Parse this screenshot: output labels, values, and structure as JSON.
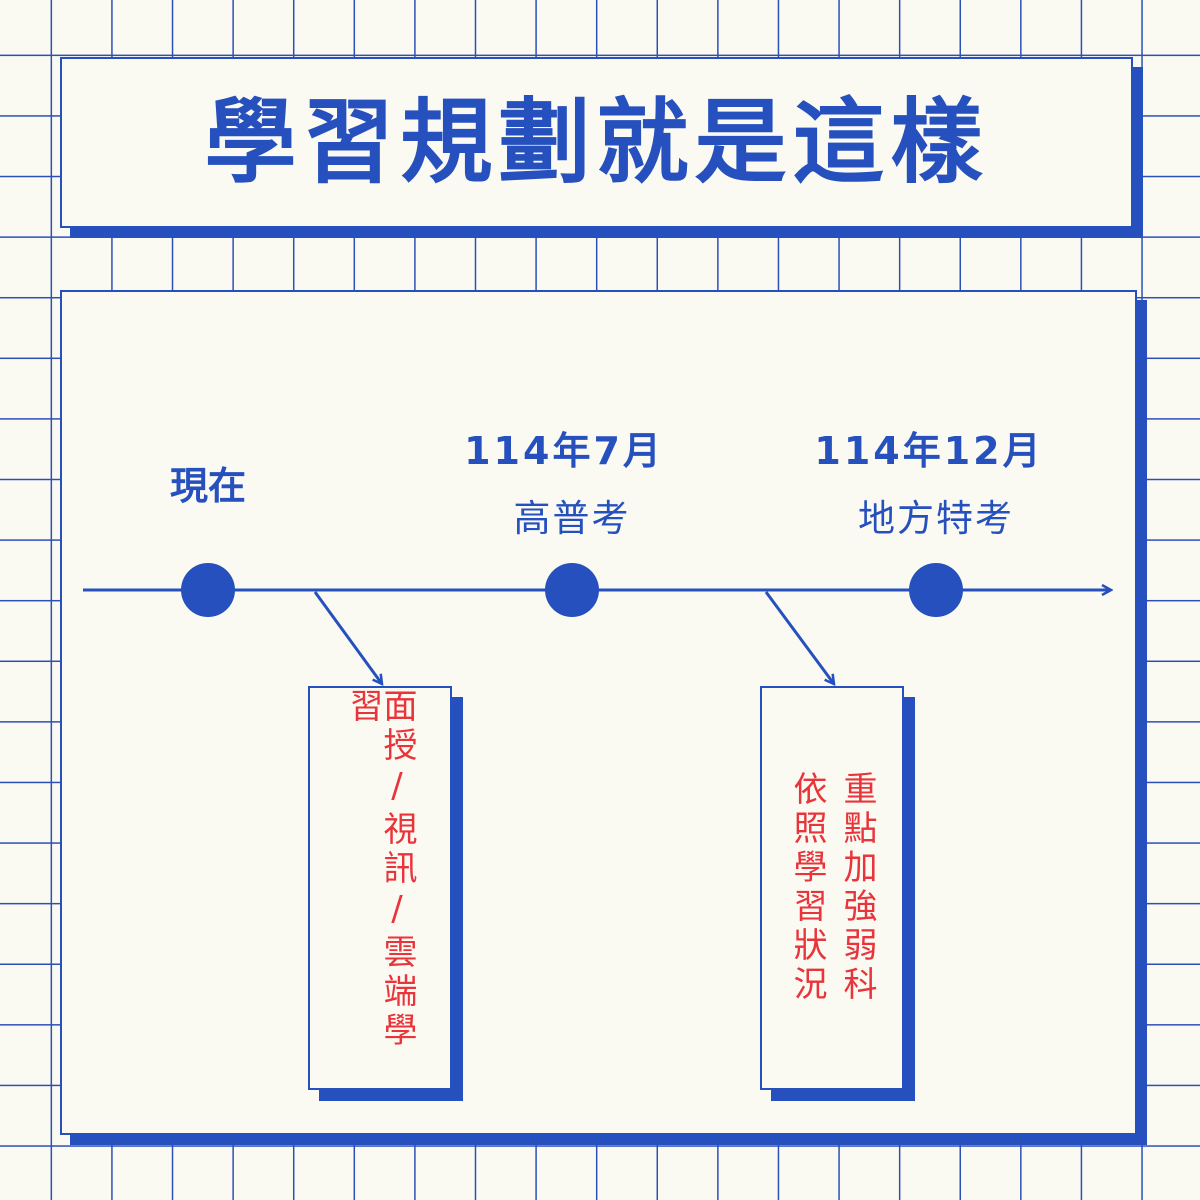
{
  "title": "學習規劃就是這樣",
  "timeline": {
    "milestones": [
      {
        "date": "",
        "label": "現在"
      },
      {
        "date": "114年7月",
        "label": "高普考"
      },
      {
        "date": "114年12月",
        "label": "地方特考"
      }
    ]
  },
  "notes": [
    {
      "lines": [
        "面授/視訊/雲端學習"
      ]
    },
    {
      "lines": [
        "依照學習狀況",
        "重點加強弱科"
      ]
    }
  ],
  "colors": {
    "accent": "#2550be",
    "note_text": "#e8343a",
    "background": "#fbfaf2"
  }
}
